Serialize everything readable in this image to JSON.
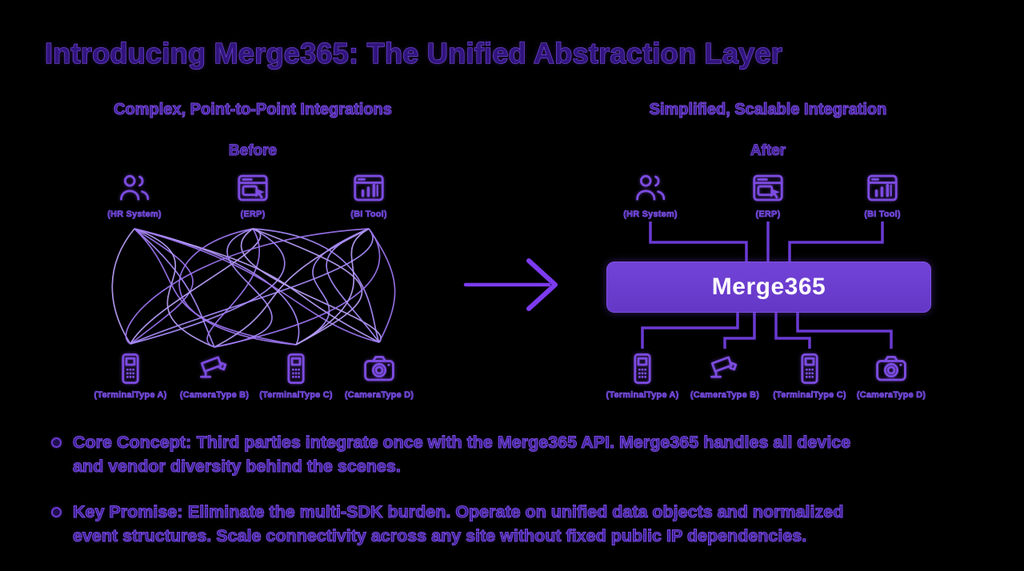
{
  "title": "Introducing Merge365: The Unified Abstraction Layer",
  "before": {
    "header": "Complex, Point-to-Point Integrations",
    "subheader": "Before",
    "top_nodes": [
      {
        "icon": "users-icon",
        "label": "(HR System)"
      },
      {
        "icon": "browser-cursor-icon",
        "label": "(ERP)"
      },
      {
        "icon": "browser-chart-icon",
        "label": "(BI Tool)"
      }
    ],
    "bottom_nodes": [
      {
        "icon": "terminal-icon",
        "label": "(TerminalType A)"
      },
      {
        "icon": "cctv-camera-icon",
        "label": "(CameraType B)"
      },
      {
        "icon": "terminal-icon",
        "label": "(TerminalType C)"
      },
      {
        "icon": "photo-camera-icon",
        "label": "(CameraType D)"
      }
    ]
  },
  "after": {
    "header": "Simplified, Scalable Integration",
    "subheader": "After",
    "hub_label": "Merge365",
    "top_nodes": [
      {
        "icon": "users-icon",
        "label": "(HR System)"
      },
      {
        "icon": "browser-cursor-icon",
        "label": "(ERP)"
      },
      {
        "icon": "browser-chart-icon",
        "label": "(BI Tool)"
      }
    ],
    "bottom_nodes": [
      {
        "icon": "terminal-icon",
        "label": "(TerminalType A)"
      },
      {
        "icon": "cctv-camera-icon",
        "label": "(CameraType B)"
      },
      {
        "icon": "terminal-icon",
        "label": "(TerminalType C)"
      },
      {
        "icon": "photo-camera-icon",
        "label": "(CameraType D)"
      }
    ]
  },
  "bullets": [
    {
      "lead": "Core Concept:",
      "text": "Third parties integrate once with the Merge365 API. Merge365 handles all device\nand vendor diversity behind the scenes."
    },
    {
      "lead": "Key Promise:",
      "text": "Eliminate the multi-SDK burden. Operate on unified data objects and normalized\nevent structures. Scale connectivity across any site without fixed public IP dependencies."
    }
  ],
  "colors": {
    "background": "#000000",
    "accent_purple": "#7c4be0",
    "hub_fill": "#6d3fd0",
    "hub_text": "#ffffff",
    "mesh_line": "#a78bfa",
    "connector_line": "#6b3ad2",
    "text_fill": "#3a1c94",
    "text_stroke": "#7b4ce0"
  }
}
